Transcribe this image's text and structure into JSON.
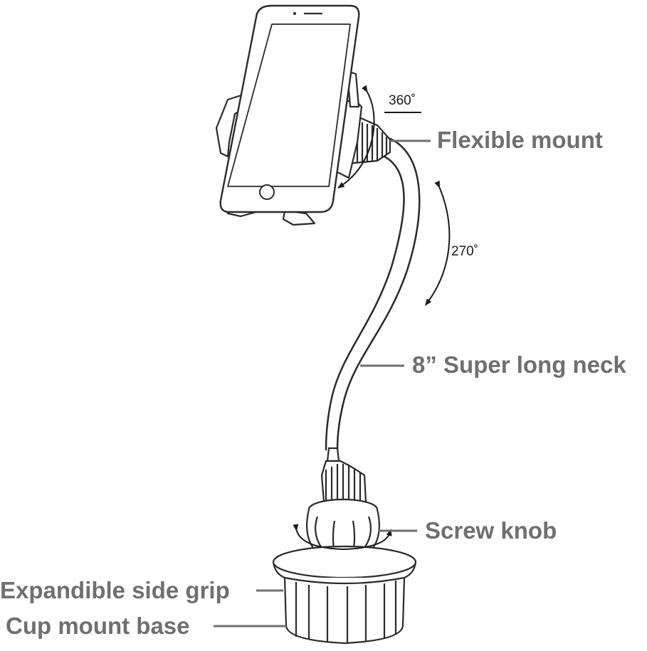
{
  "labels": {
    "flexible_mount": "Flexible mount",
    "super_long_neck": "8” Super long neck",
    "screw_knob": "Screw knob",
    "expandible_side_grip": "Expandible side grip",
    "cup_mount_base": "Cup mount base"
  },
  "angles": {
    "head_rotation": "360˚",
    "neck_bend": "270˚"
  },
  "colors": {
    "callout_text": "#6f6f6f",
    "line_art": "#2a2a2a",
    "leader_line": "#6f6f6f",
    "background": "#ffffff"
  }
}
